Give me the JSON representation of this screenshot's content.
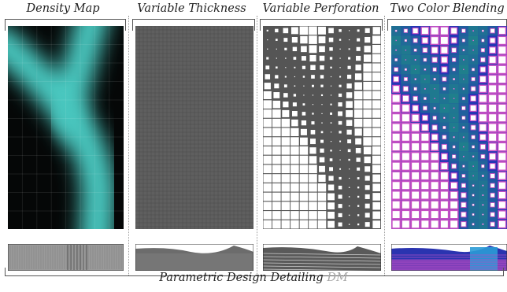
{
  "panels": [
    {
      "title": "Density Map"
    },
    {
      "title": "Variable Thickness"
    },
    {
      "title": "Variable Perforation"
    },
    {
      "title": "Two Color Blending"
    }
  ],
  "footer": {
    "caption": "Parametric Design Detailing",
    "mark": "DM"
  },
  "colors": {
    "density_dark": "#050707",
    "density_teal": "#49c8c0",
    "thickness_gray": "#5f5f5f",
    "perforation_gray": "#555555",
    "blend_blue": "#2436b4",
    "blend_teal": "#1f7f8c",
    "blend_magenta": "#c64fc4"
  }
}
